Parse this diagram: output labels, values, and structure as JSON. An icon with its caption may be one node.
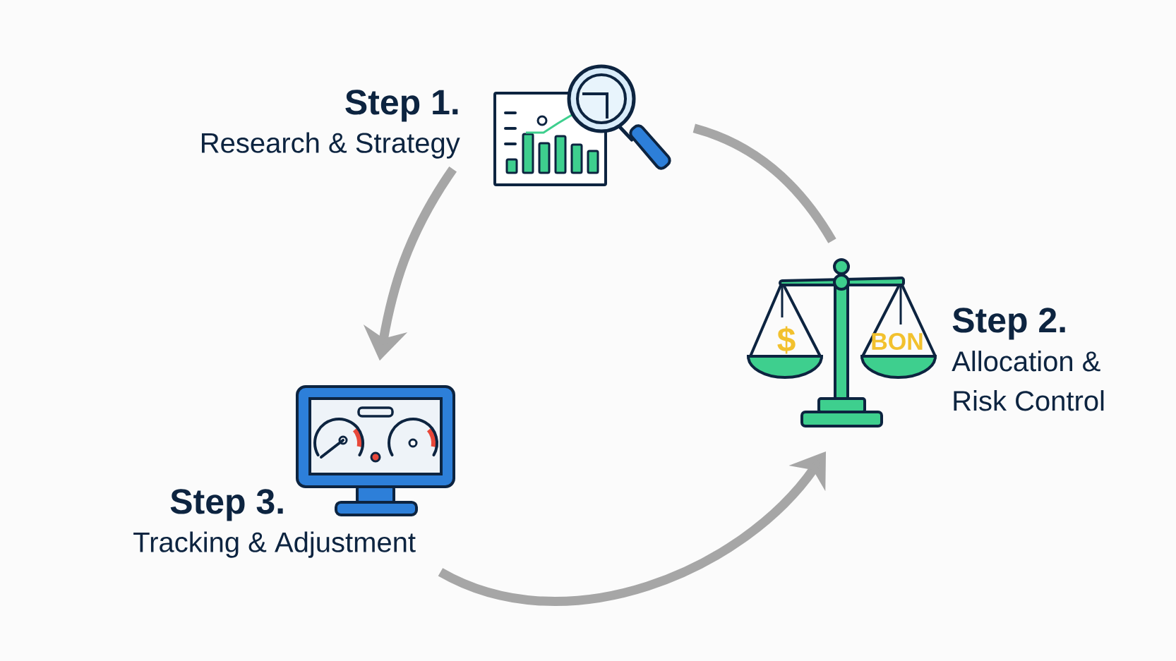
{
  "diagram": {
    "nodes": [
      {
        "text": [
          "Step 1.",
          "Research & Strategy"
        ]
      },
      {
        "text": [],
        "shape": "picture"
      },
      {
        "text": [],
        "shape": "picture"
      },
      {
        "text": [
          "Step 2.",
          "Allocation & Risk Control"
        ]
      },
      {
        "text": [],
        "shape": "picture"
      },
      {
        "text": [
          "Step 3.",
          "Tracking & Adjustment"
        ]
      }
    ],
    "edges": [
      {
        "from": 0,
        "to": 4,
        "arrow": "to"
      },
      {
        "from": 1,
        "to": 2,
        "arrow": "none"
      },
      {
        "from": 5,
        "to": 2,
        "arrow": "to"
      }
    ],
    "labels": [
      "$",
      "BON"
    ]
  }
}
